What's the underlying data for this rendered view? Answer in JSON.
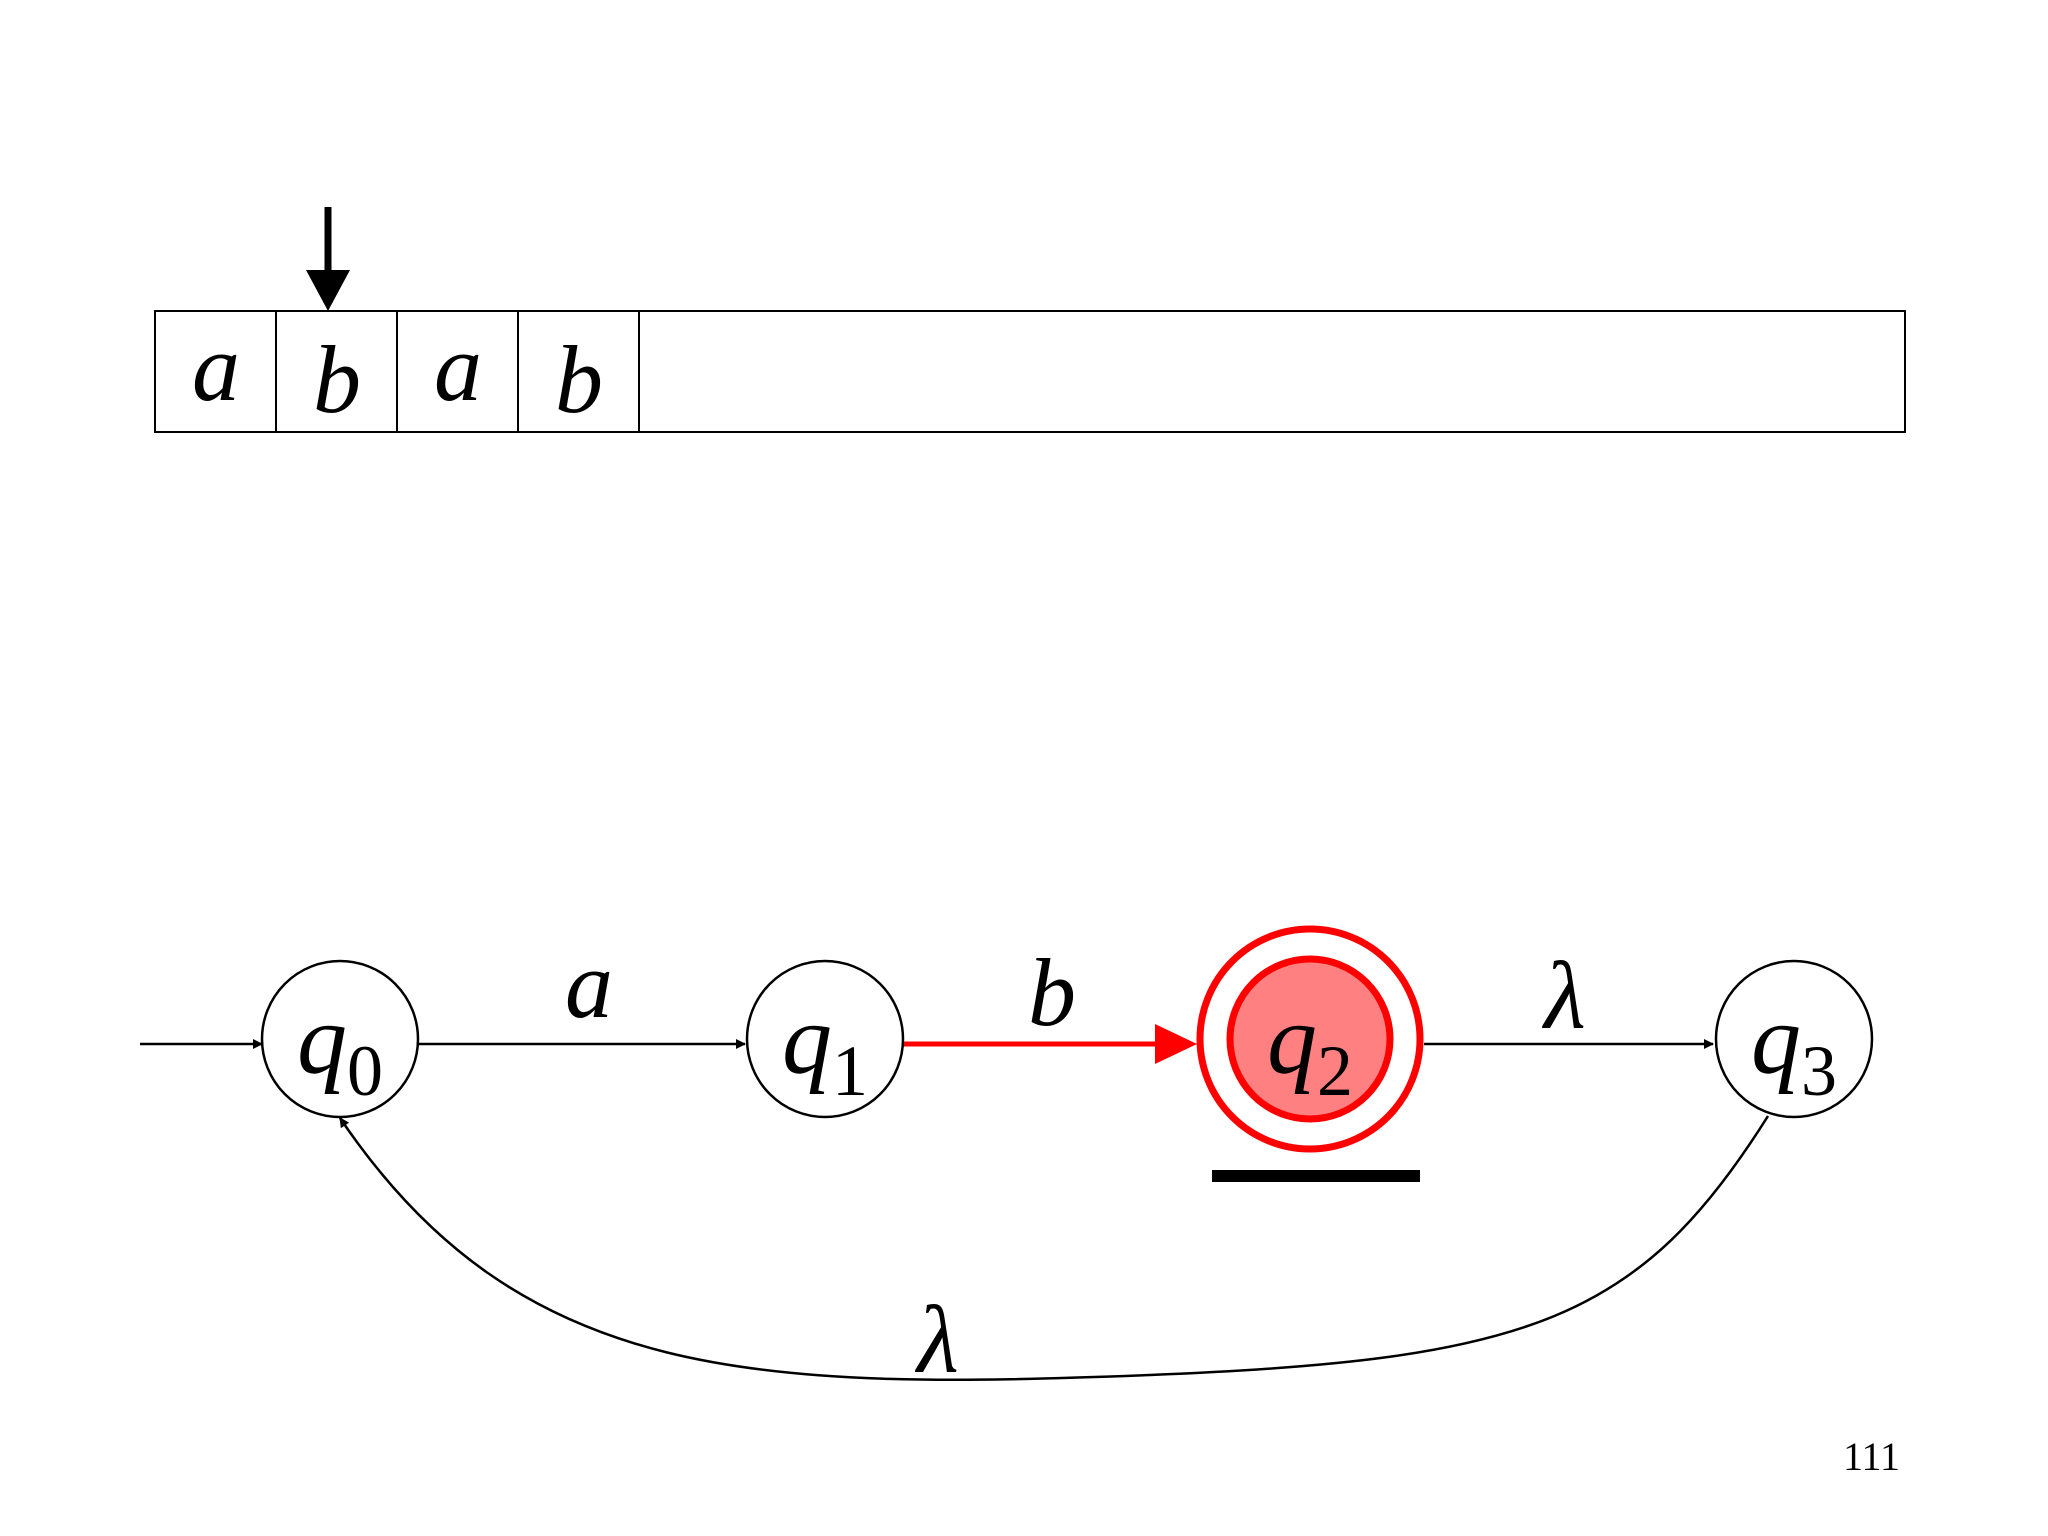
{
  "tape": {
    "cells": [
      "a",
      "b",
      "a",
      "b"
    ],
    "head_position": 1
  },
  "automaton": {
    "states": [
      {
        "id": "q0",
        "base": "q",
        "sub": "0",
        "initial": true,
        "accepting": false,
        "active": false
      },
      {
        "id": "q1",
        "base": "q",
        "sub": "1",
        "initial": false,
        "accepting": false,
        "active": false
      },
      {
        "id": "q2",
        "base": "q",
        "sub": "2",
        "initial": false,
        "accepting": true,
        "active": true
      },
      {
        "id": "q3",
        "base": "q",
        "sub": "3",
        "initial": false,
        "accepting": false,
        "active": false
      }
    ],
    "transitions": [
      {
        "from": "q0",
        "to": "q1",
        "label": "a",
        "highlighted": false
      },
      {
        "from": "q1",
        "to": "q2",
        "label": "b",
        "highlighted": true
      },
      {
        "from": "q2",
        "to": "q3",
        "label": "λ",
        "highlighted": false
      },
      {
        "from": "q3",
        "to": "q0",
        "label": "λ",
        "highlighted": false
      }
    ]
  },
  "colors": {
    "highlight": "#ff0000",
    "active_fill": "#ff8080",
    "ink": "#000000"
  },
  "page_number": "111"
}
